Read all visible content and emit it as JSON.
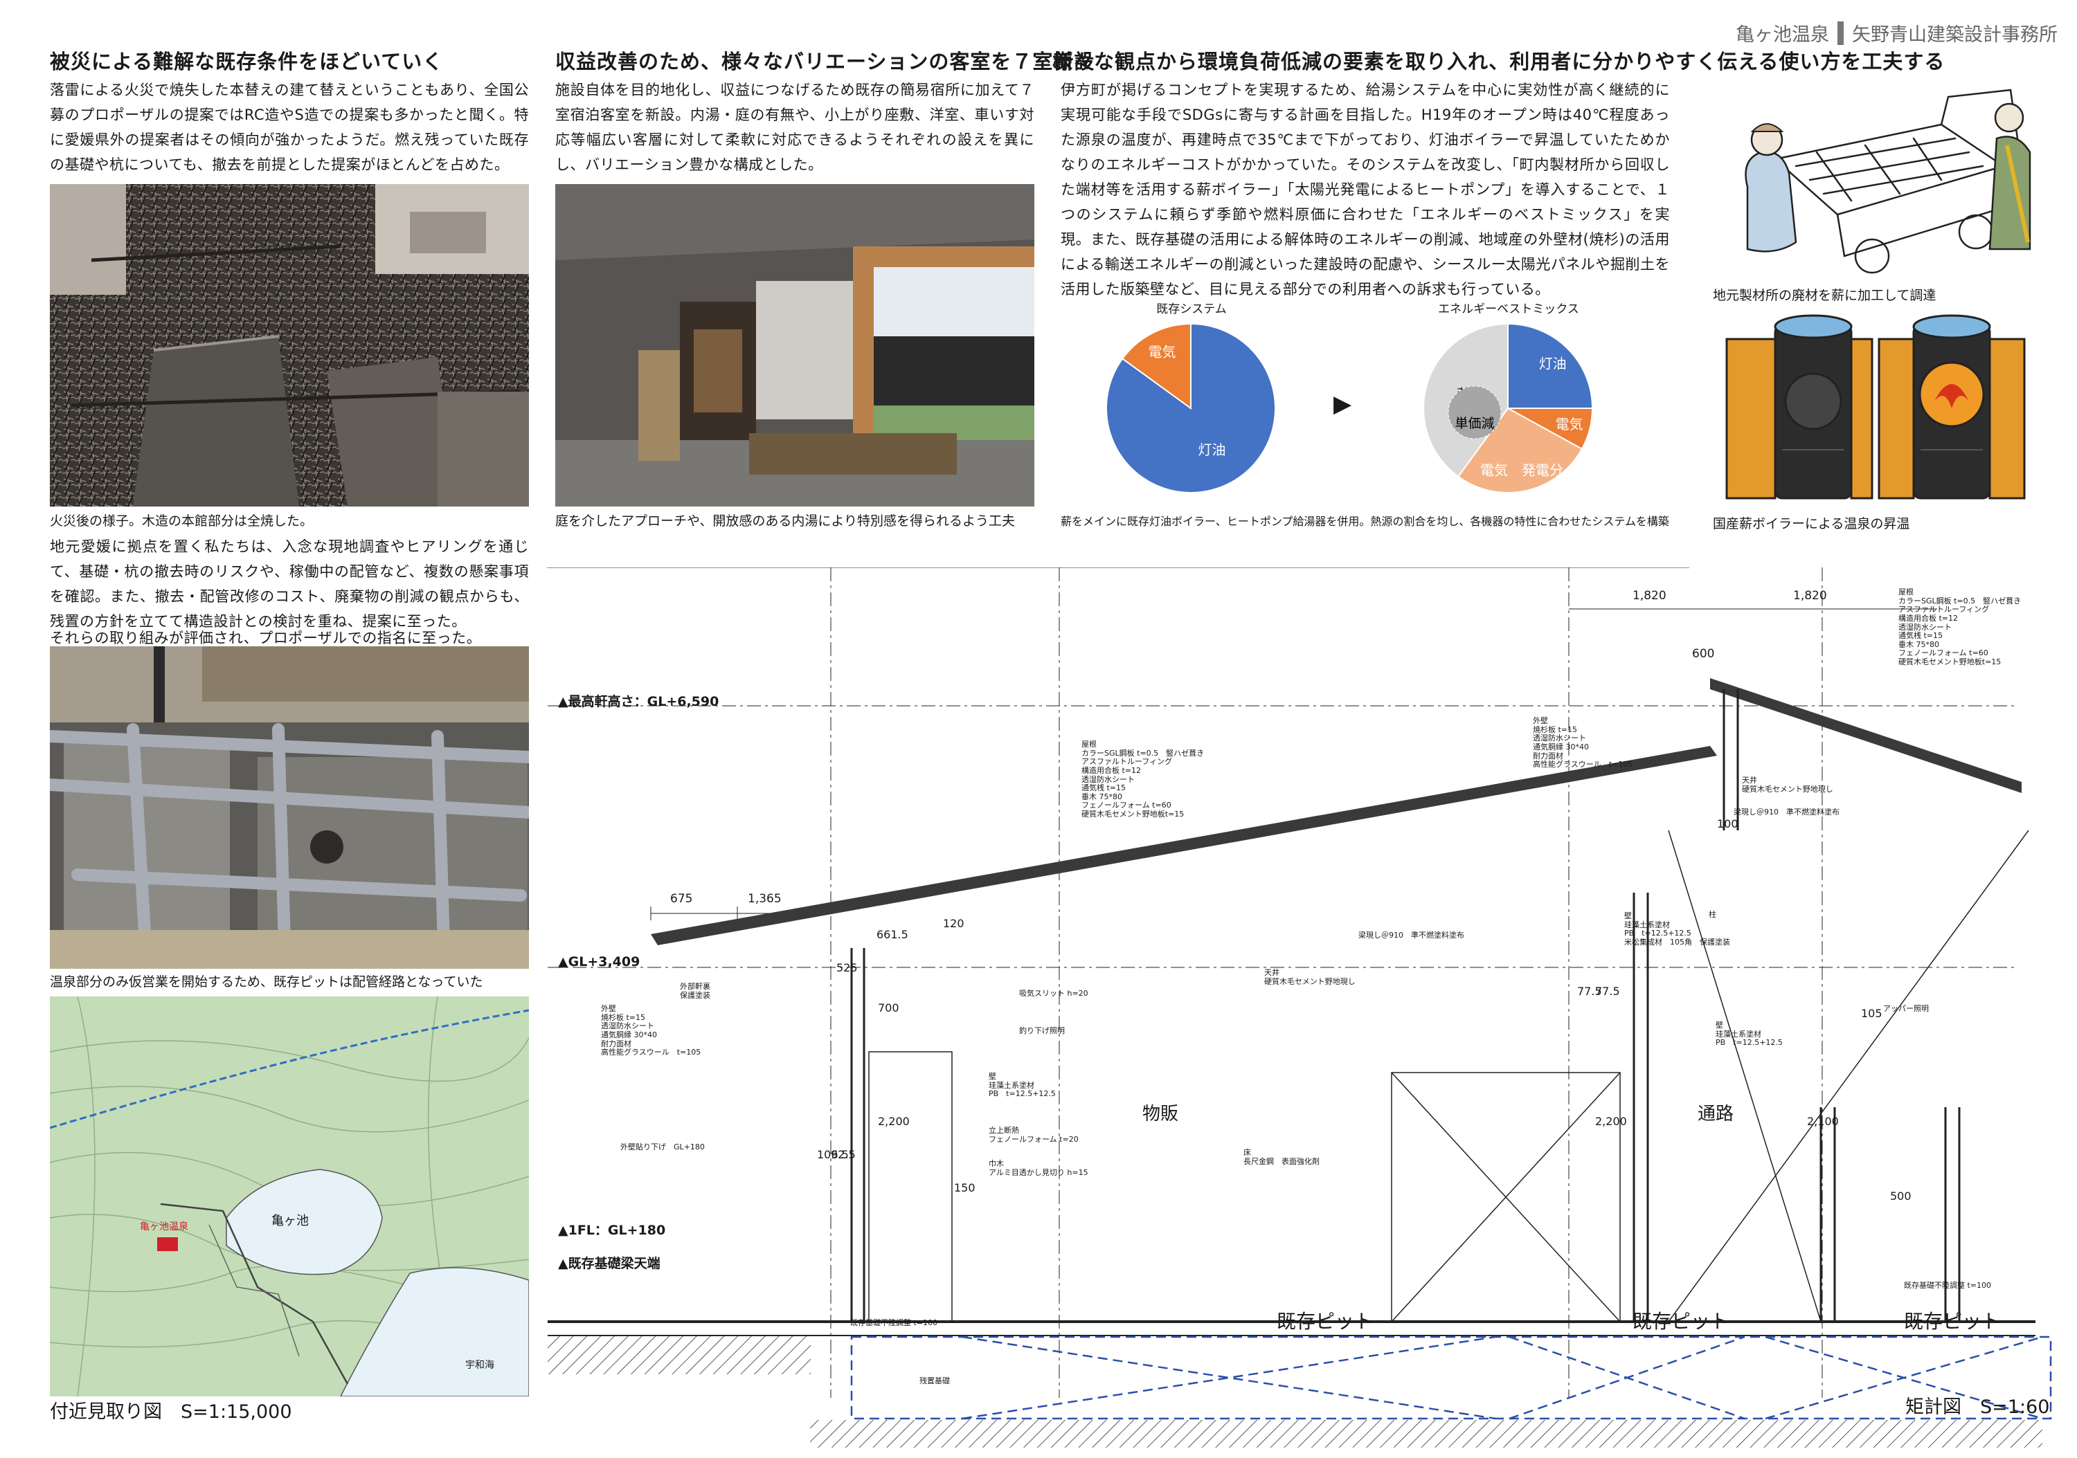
{
  "header": {
    "project": "亀ヶ池温泉",
    "firm": "矢野青山建築設計事務所"
  },
  "col1": {
    "heading": "被災による難解な既存条件をほどいていく",
    "para1": "落雷による火災で焼失した本替えの建て替えということもあり、全国公募のプロポーザルの提案ではRC造やS造での提案も多かったと聞く。特に愛媛県外の提案者はその傾向が強かったようだ。燃え残っていた既存の基礎や杭についても、撤去を前提とした提案がほとんどを占めた。",
    "photo1_caption": "火災後の様子。木造の本館部分は全焼した。",
    "para2": "地元愛媛に拠点を置く私たちは、入念な現地調査やヒアリングを通じて、基礎・杭の撤去時のリスクや、稼働中の配管など、複数の懸案事項を確認。また、撤去・配管改修のコスト、廃棄物の削減の観点からも、残置の方針を立てて構造設計との検討を重ね、提案に至った。",
    "para3": "それらの取り組みが評価され、プロポーザルでの指名に至った。",
    "photo2_caption": "温泉部分のみ仮営業を開始するため、既存ピットは配管経路となっていた",
    "map": {
      "pond": "亀ヶ池",
      "site": "亀ヶ池温泉",
      "sea": "宇和海",
      "caption": "付近見取り図　S=1:15,000"
    }
  },
  "col2": {
    "heading": "収益改善のため、様々なバリエーションの客室を７室新設",
    "para": "施設自体を目的地化し、収益につなげるため既存の簡易宿所に加えて７室宿泊客室を新設。内湯・庭の有無や、小上がり座敷、洋室、車いす対応等幅広い客層に対して柔軟に対応できるようそれぞれの設えを異にし、バリエーション豊かな構成とした。",
    "photo_caption": "庭を介したアプローチや、開放感のある内湯により特別感を得られるよう工夫"
  },
  "col3": {
    "heading": "様々な観点から環境負荷低減の要素を取り入れ、利用者に分かりやすく伝える使い方を工夫する",
    "para": "伊方町が掲げるコンセプトを実現するため、給湯システムを中心に実効性が高く継続的に実現可能な手段でSDGsに寄与する計画を目指した。H19年のオープン時は40℃程度あった源泉の温度が、再建時点で35℃まで下がっており、灯油ボイラーで昇温していたためかなりのエネルギーコストがかかっていた。そのシステムを改変し、「町内製材所から回収した端材等を活用する薪ボイラー」「太陽光発電によるヒートポンプ」を導入することで、１つのシステムに頼らず季節や燃料原価に合わせた「エネルギーのベストミックス」を実現。また、既存基礎の活用による解体時のエネルギーの削減、地域産の外壁材(焼杉)の活用による輸送エネルギーの削減といった建設時の配慮や、シースルー太陽光パネルや掘削土を活用した版築壁など、目に見える部分での利用者への訴求も行っている。",
    "chart_caption": "薪をメインに既存灯油ボイラー、ヒートポンプ給湯器を併用。熱源の割合を均し、各機器の特性に合わせたシステムを構築",
    "arrow": "▶"
  },
  "chart_data": [
    {
      "type": "pie",
      "title": "既存システム",
      "slices": [
        {
          "label": "灯油",
          "value": 85,
          "color": "#4472c4"
        },
        {
          "label": "電気",
          "value": 15,
          "color": "#ed7d31"
        }
      ]
    },
    {
      "type": "pie",
      "title": "エネルギーベストミックス",
      "slices": [
        {
          "label": "灯油",
          "value": 25,
          "color": "#4472c4"
        },
        {
          "label": "電気",
          "value": 8,
          "color": "#ed7d31"
        },
        {
          "label": "電気　発電分",
          "value": 27,
          "color": "#f4b183"
        },
        {
          "label": "薪",
          "value": 40,
          "color": "#d9d9d9"
        }
      ],
      "inner_label": "単価減"
    }
  ],
  "col4": {
    "caption1": "地元製材所の廃材を薪に加工して調達",
    "caption2": "国産薪ボイラーによる温泉の昇温"
  },
  "section": {
    "caption": "矩計図　S=1:60",
    "levels": [
      "▲最高軒高さ：GL+6,590",
      "▲GL+3,409",
      "▲1FL：GL+180",
      "▲既存基礎梁天端"
    ],
    "rooms": [
      "物販",
      "通路"
    ],
    "pits": [
      "既存ピット",
      "既存ピット",
      "既存ピット"
    ],
    "dims_top": [
      "1,820",
      "1,820",
      "600",
      "675",
      "1,365"
    ],
    "dims_mid": [
      "525",
      "700",
      "2,200",
      "2,200",
      "2,100",
      "106.5",
      "92.5",
      "77.5",
      "77.5",
      "150",
      "500",
      "105",
      "100",
      "120",
      "661.5"
    ],
    "notes": {
      "roof": [
        "屋根",
        "カラーSGL鋼板 t=0.5　竪ハゼ葺き",
        "アスファルトルーフィング",
        "構造用合板 t=12",
        "透湿防水シート",
        "通気桟 t=15",
        "垂木 75*80",
        "フェノールフォーム t=60",
        "硬質木毛セメント野地板t=15"
      ],
      "roof2": [
        "屋根",
        "カラーSGL鋼板 t=0.5　竪ハゼ葺き",
        "アスファルトルーフィング",
        "構造用合板 t=12",
        "透湿防水シート",
        "通気桟 t=15",
        "垂木 75*80",
        "フェノールフォーム t=60",
        "硬質木毛セメント野地板t=15"
      ],
      "ext_wall": [
        "外壁",
        "焼杉板 t=15",
        "透湿防水シート",
        "通気胴縁 30*40",
        "耐力面材",
        "高性能グラスウール　t=105"
      ],
      "ext_wall2": [
        "外壁",
        "焼杉板 t=15",
        "透湿防水シート",
        "通気胴縁 30*40",
        "耐力面材",
        "高性能グラスウール　t=105"
      ],
      "eaves": [
        "外部軒裏",
        "保護塗装"
      ],
      "wall1": [
        "壁",
        "珪藻土系塗材",
        "PB　t=12.5+12.5"
      ],
      "wall2": [
        "壁",
        "珪藻土系塗材",
        "PB　t=12.5+12.5",
        "米松集成材　105角　保護塗装"
      ],
      "wall3": [
        "壁",
        "珪藻土系塗材",
        "PB　t=12.5+12.5"
      ],
      "ceiling": [
        "天井",
        "硬質木毛セメント野地現し"
      ],
      "ceiling2": [
        "天井",
        "硬質木毛セメント野地現し"
      ],
      "beam": "梁現し＠910　準不燃塗料塗布",
      "beam2": "梁現し＠910　準不燃塗料塗布",
      "slit": "吸気スリット h=20",
      "lamp": "釣り下げ照明",
      "foam": [
        "立上断熱",
        "フェノールフォーム t=20"
      ],
      "skirting": [
        "巾木",
        "アルミ目透かし見切り h=15"
      ],
      "floor": [
        "床",
        "長尺金鋼　表面強化剤"
      ],
      "ext_skirt": "外壁貼り下げ　GL+180",
      "adjust": "既存基礎不陸調整 t=100",
      "adjust2": "既存基礎不陸調整 t=100",
      "remain": "残置基礎",
      "pillar": "柱",
      "upper": "アッパー照明"
    }
  }
}
